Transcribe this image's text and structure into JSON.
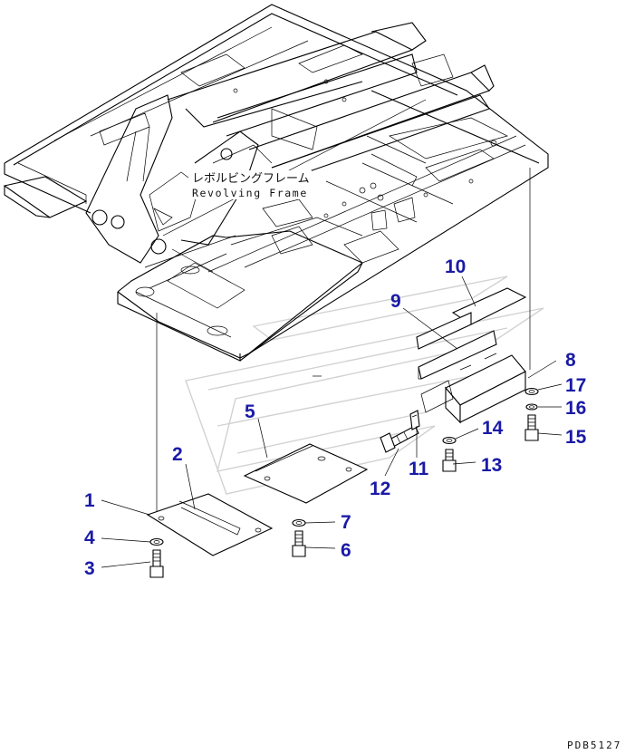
{
  "frame_label": {
    "jp": "レボルビングフレーム",
    "en": "Revolving Frame"
  },
  "callouts": [
    {
      "id": "c1",
      "label": "1"
    },
    {
      "id": "c2",
      "label": "2"
    },
    {
      "id": "c3",
      "label": "3"
    },
    {
      "id": "c4",
      "label": "4"
    },
    {
      "id": "c5",
      "label": "5"
    },
    {
      "id": "c6",
      "label": "6"
    },
    {
      "id": "c7",
      "label": "7"
    },
    {
      "id": "c8",
      "label": "8"
    },
    {
      "id": "c9",
      "label": "9"
    },
    {
      "id": "c10",
      "label": "10"
    },
    {
      "id": "c11",
      "label": "11"
    },
    {
      "id": "c12",
      "label": "12"
    },
    {
      "id": "c13",
      "label": "13"
    },
    {
      "id": "c14",
      "label": "14"
    },
    {
      "id": "c15",
      "label": "15"
    },
    {
      "id": "c16",
      "label": "16"
    },
    {
      "id": "c17",
      "label": "17"
    }
  ],
  "drawing_code": "PDB5127",
  "colors": {
    "callout": "#1a1aa6",
    "linework": "#000000",
    "watermark": "#d2d2d2"
  }
}
